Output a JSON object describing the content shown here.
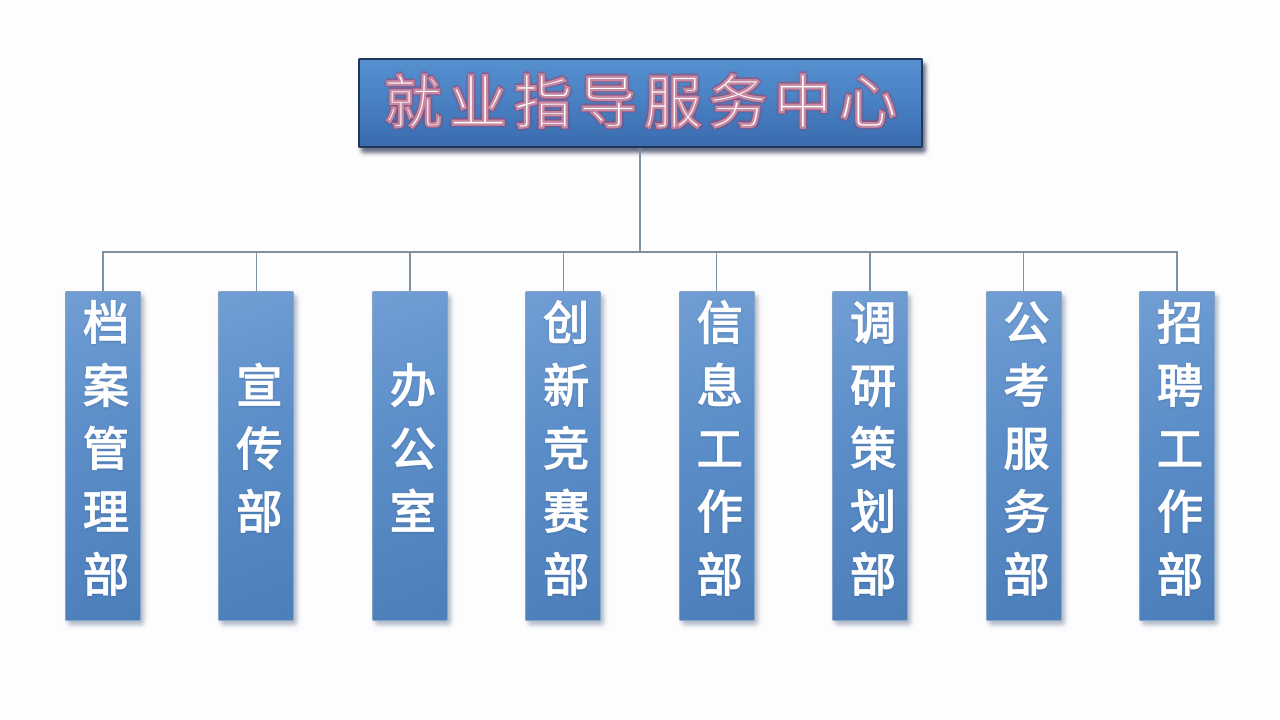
{
  "diagram": {
    "type": "org-chart",
    "root": {
      "label": "就业指导服务中心"
    },
    "departments": [
      {
        "label": "档案管理部"
      },
      {
        "label": "宣传部"
      },
      {
        "label": "办公室"
      },
      {
        "label": "创新竞赛部"
      },
      {
        "label": "信息工作部"
      },
      {
        "label": "调研策划部"
      },
      {
        "label": "公考服务部"
      },
      {
        "label": "招聘工作部"
      }
    ]
  },
  "palette": {
    "background": "#fdfdfe",
    "root_fill_top": "#5690cf",
    "root_fill_bottom": "#3a6cae",
    "root_border": "#22365c",
    "title_text": "#ffffff",
    "title_outline": "#a84a6e",
    "node_fill_top": "#719ed4",
    "node_fill_bottom": "#4c7eba",
    "node_border": "#85a3c4",
    "node_text": "#ffffff",
    "connector_line": "#7f909f"
  }
}
